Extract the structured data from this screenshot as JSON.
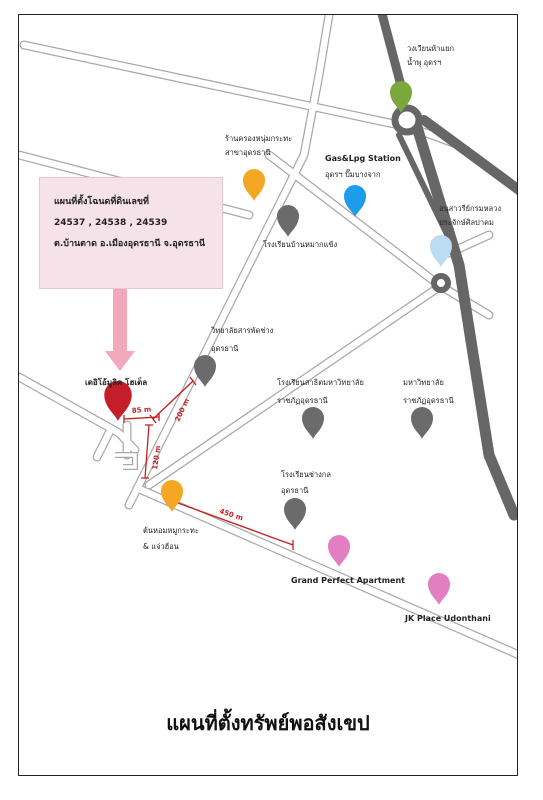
{
  "info": {
    "line1": "แผนที่ตั้งโฉนดที่ดินเลขที่",
    "line2": "24537 , 24538 , 24539",
    "line3": "ต.บ้านตาด อ.เมืองอุดรธานี จ.อุดรธานี"
  },
  "title": "แผนที่ตั้งทรัพย์พอสังเขป",
  "colors": {
    "red": "#c41e2a",
    "green": "#7aa83c",
    "orange": "#f5a623",
    "blue": "#1e9bea",
    "lightblue": "#bcdcf3",
    "grey": "#6b6b6b",
    "pink": "#e27fc3",
    "highway": "#666666",
    "distance": "#c41e1e"
  },
  "places": {
    "circle_north": {
      "line1": "วงเวียนห้าแยก",
      "line2": "น้ำพุ อุดรฯ",
      "icon": "map-pin-icon",
      "color": "green"
    },
    "thai_shop": {
      "line1": "ร้านครองหนุ่มกระทะ",
      "line2": "สาขาอุดรธานี",
      "icon": "map-pin-icon",
      "color": "orange"
    },
    "gas_station": {
      "line1": "Gas&Lpg Station",
      "line2": "อุดรฯ ปั๊มบางจาก",
      "icon": "map-pin-icon",
      "color": "blue"
    },
    "monument": {
      "line1": "อนุสาวรีย์กรมหลวง",
      "line2": "ประจักษ์ศิลปาคม",
      "icon": "map-pin-icon",
      "color": "lightblue"
    },
    "school_1": {
      "line1": "โรงเรียนบ้านหมากแข้ง",
      "icon": "map-pin-icon",
      "color": "grey"
    },
    "college": {
      "line1": "วิทยาลัยสารพัดช่าง",
      "line2": "อุดรธานี",
      "icon": "map-pin-icon",
      "color": "grey"
    },
    "hotel": {
      "line1": "เดอิโอ้มูลิค โฮเต็ล",
      "icon": "map-pin-icon",
      "color": "red"
    },
    "demo_school": {
      "line1": "โรงเรียนสาธิตมหาวิทยาลัย",
      "line2": "ราชภัฏอุดรธานี",
      "icon": "map-pin-icon",
      "color": "grey"
    },
    "university": {
      "line1": "มหาวิทยาลัย",
      "line2": "ราชภัฏอุดรธานี",
      "icon": "map-pin-icon",
      "color": "grey"
    },
    "tech_school": {
      "line1": "โรงเรียนช่างกล",
      "line2": "อุดรธานี",
      "icon": "map-pin-icon",
      "color": "grey"
    },
    "restaurant": {
      "line1": "ต้นหอมหมูกระทะ",
      "line2": "& แจ่วฮ้อน",
      "icon": "map-pin-icon",
      "color": "orange"
    },
    "grand_perfect": {
      "line1": "Grand Perfect Apartment",
      "icon": "map-pin-icon",
      "color": "pink"
    },
    "jk_place": {
      "line1": "JK Place Udonthani",
      "icon": "map-pin-icon",
      "color": "pink"
    }
  },
  "distances": {
    "d1": "85 m",
    "d2": "200 m",
    "d3": "120 m",
    "d4": "450 m"
  }
}
